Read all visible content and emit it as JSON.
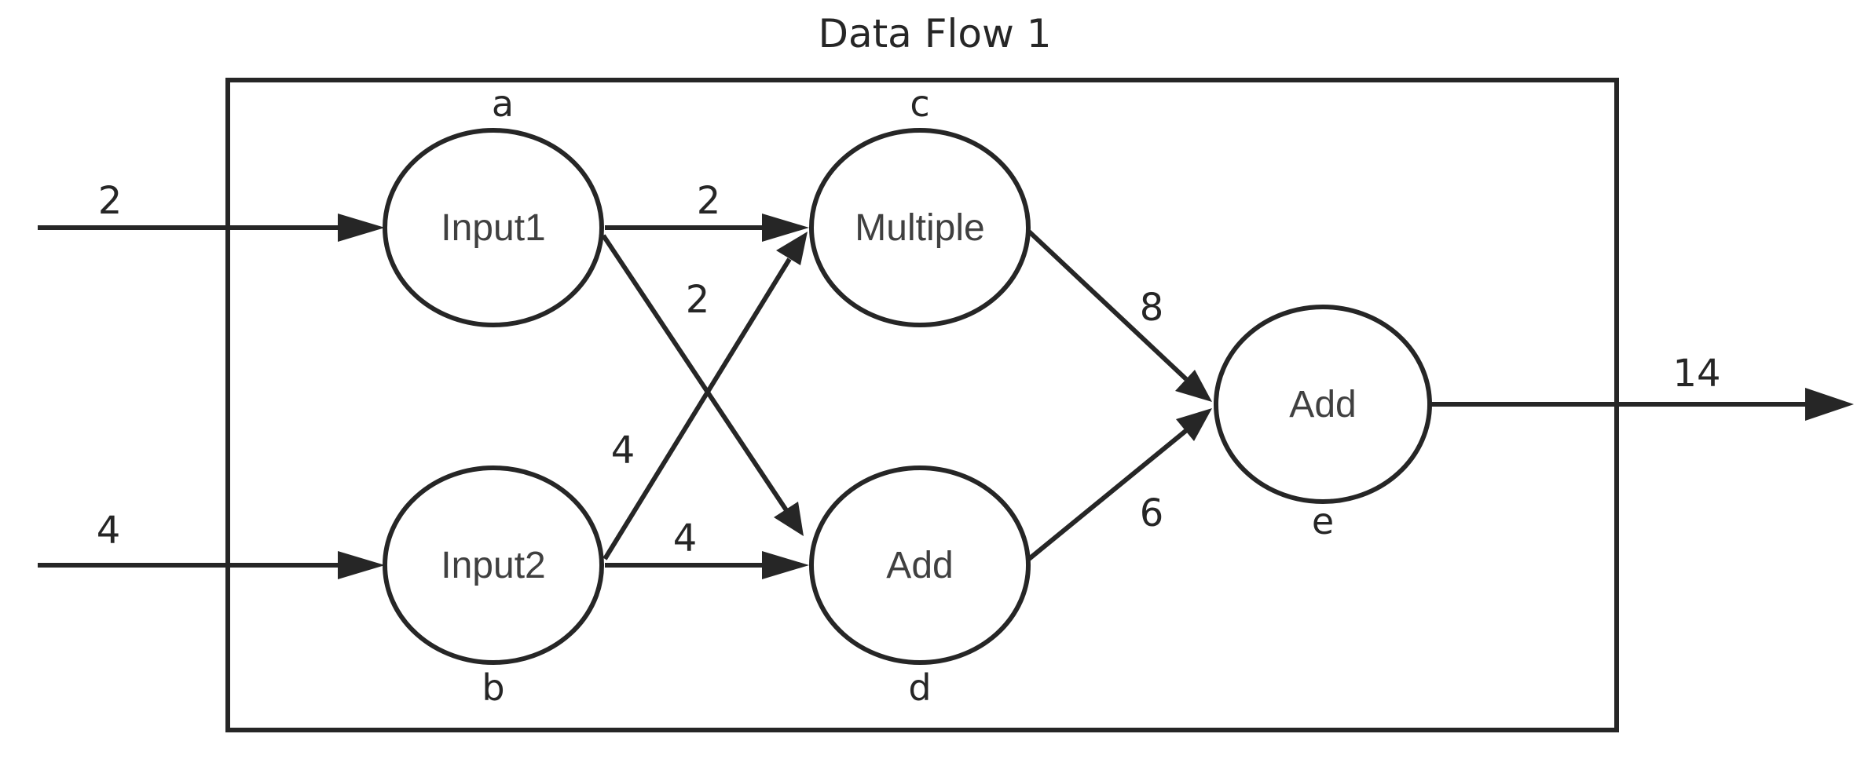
{
  "title": "Data Flow 1",
  "colors": {
    "stroke": "#262626",
    "node_text": "#404040",
    "background": "#ffffff"
  },
  "nodes": {
    "a": {
      "letter": "a",
      "label": "Input1"
    },
    "b": {
      "letter": "b",
      "label": "Input2"
    },
    "c": {
      "letter": "c",
      "label": "Multiple"
    },
    "d": {
      "letter": "d",
      "label": "Add"
    },
    "e": {
      "letter": "e",
      "label": "Add"
    }
  },
  "edges": {
    "in_a": {
      "from": "",
      "to": "a",
      "value": "2"
    },
    "in_b": {
      "from": "",
      "to": "b",
      "value": "4"
    },
    "a_c": {
      "from": "a",
      "to": "c",
      "value": "2"
    },
    "a_d": {
      "from": "a",
      "to": "d",
      "value": "2"
    },
    "b_c": {
      "from": "b",
      "to": "c",
      "value": "4"
    },
    "b_d": {
      "from": "b",
      "to": "d",
      "value": "4"
    },
    "c_e": {
      "from": "c",
      "to": "e",
      "value": "8"
    },
    "d_e": {
      "from": "d",
      "to": "e",
      "value": "6"
    },
    "out_e": {
      "from": "e",
      "to": "",
      "value": "14"
    }
  }
}
